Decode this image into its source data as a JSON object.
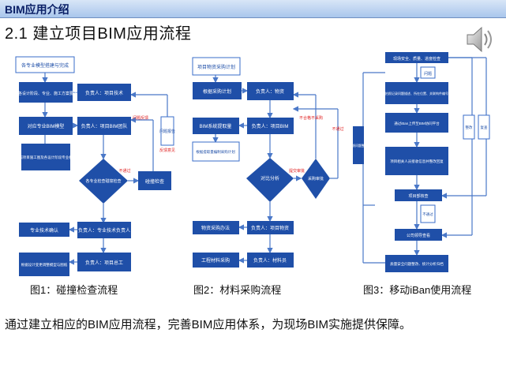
{
  "header": {
    "section": "BIM应用介绍"
  },
  "title": "2.1 建立项目BIM应用流程",
  "icons": {
    "speaker": "speaker-icon"
  },
  "colors": {
    "box": "#1f4fa8",
    "box_text": "#ffffff",
    "outline": "#3a6cc9",
    "arrow": "#4a78c8",
    "red": "#e02020",
    "header": "#a9c6ec"
  },
  "flow1": {
    "nodes": [
      "各专业模型搭建与完成",
      "按各设计阶段、专业、施工方案要求",
      "负责人：项目技术",
      "对应专业BIM模型",
      "负责人：项目BIM团队",
      "按照项目施工图及各设计阶段专业模型",
      "各专业检查碰撞检查",
      "碰撞检查",
      "问题报告",
      "负责人：专业技术负责人",
      "专业技术确认",
      "根据设计变更调整模型与图纸",
      "负责人：项目总工"
    ],
    "labels": [
      "问题反馈",
      "反馈意见",
      "不通过"
    ]
  },
  "flow2": {
    "nodes": [
      "项目物资采购计划",
      "根据采购计划",
      "负责人：物资",
      "BIM系统提取量",
      "负责人：项目BIM",
      "根据提取量编制采购计划",
      "对比分析",
      "采购审批",
      "负责人：项目物资",
      "物资采购办法",
      "负责人：材料员",
      "工程材料采购"
    ],
    "labels": [
      "不合格不采购",
      "提交审批",
      "不通过"
    ]
  },
  "flow3": {
    "nodes": [
      "现场安全、质量、进度检查",
      "问题",
      "拍照记录问题描述、所在位置、关联构件编号",
      "通过iBan上传至BIM协同平台",
      "项目相关人员接收信息并整改回复",
      "项目部核查",
      "不通过",
      "公司领导查看",
      "质量安全问题整改、统计分析归档"
    ],
    "side_labels": [
      "反馈问题整改",
      "整改",
      "复查"
    ]
  },
  "captions": [
    "图1：碰撞检查流程",
    "图2：材料采购流程",
    "图3：移动iBan使用流程"
  ],
  "summary": "通过建立相应的BIM应用流程，完善BIM应用体系，为现场BIM实施提供保障。"
}
